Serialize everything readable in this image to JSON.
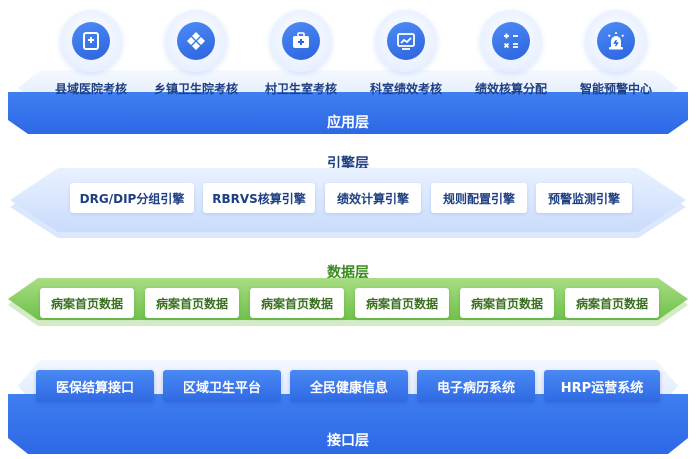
{
  "application_layer": {
    "title": "应用层",
    "items": [
      {
        "label": "县域医院考核",
        "icon": "hospital-icon"
      },
      {
        "label": "乡镇卫生院考核",
        "icon": "medical-cross-icon"
      },
      {
        "label": "村卫生室考核",
        "icon": "medical-kit-icon"
      },
      {
        "label": "科室绩效考核",
        "icon": "trend-chart-icon"
      },
      {
        "label": "绩效核算分配",
        "icon": "calculator-icon"
      },
      {
        "label": "智能预警中心",
        "icon": "alarm-light-icon"
      }
    ]
  },
  "engine_layer": {
    "title": "引擎层",
    "items": [
      "DRG/DIP分组引擎",
      "RBRVS核算引擎",
      "绩效计算引擎",
      "规则配置引擎",
      "预警监测引擎"
    ]
  },
  "data_layer": {
    "title": "数据层",
    "items": [
      "病案首页数据",
      "病案首页数据",
      "病案首页数据",
      "病案首页数据",
      "病案首页数据",
      "病案首页数据"
    ]
  },
  "interface_layer": {
    "title": "接口层",
    "items": [
      "医保结算接口",
      "区域卫生平台",
      "全民健康信息",
      "电子病历系统",
      "HRP运营系统"
    ]
  },
  "colors": {
    "blue_primary": "#2d68e6",
    "blue_label": "#1e3f82",
    "green_primary": "#6fc14a",
    "green_label": "#3a6f1f"
  }
}
